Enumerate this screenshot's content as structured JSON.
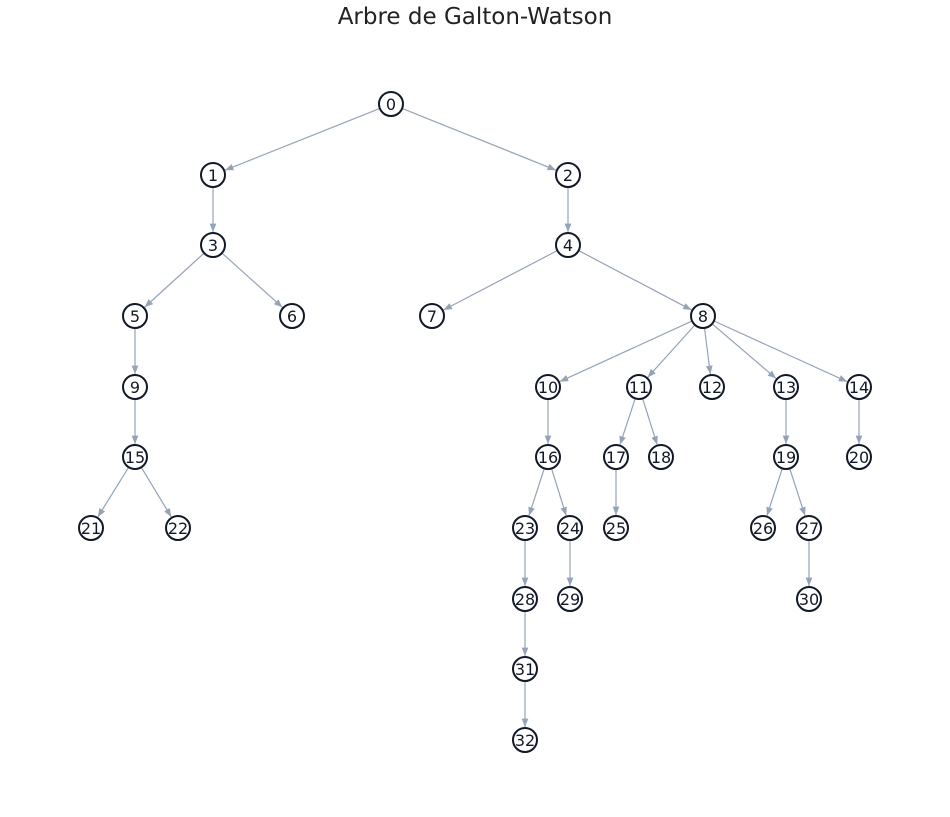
{
  "title": "Arbre de Galton-Watson",
  "colors": {
    "edge": "#94a3b8",
    "node_stroke": "#111827",
    "node_fill": "#ffffff",
    "text": "#111827"
  },
  "nodes": [
    "0",
    "1",
    "2",
    "3",
    "4",
    "5",
    "6",
    "7",
    "8",
    "9",
    "10",
    "11",
    "12",
    "13",
    "14",
    "15",
    "16",
    "17",
    "18",
    "19",
    "20",
    "21",
    "22",
    "23",
    "24",
    "25",
    "26",
    "27",
    "28",
    "29",
    "30",
    "31",
    "32"
  ],
  "edges": [
    [
      "0",
      "1"
    ],
    [
      "0",
      "2"
    ],
    [
      "1",
      "3"
    ],
    [
      "2",
      "4"
    ],
    [
      "3",
      "5"
    ],
    [
      "3",
      "6"
    ],
    [
      "4",
      "7"
    ],
    [
      "4",
      "8"
    ],
    [
      "5",
      "9"
    ],
    [
      "8",
      "10"
    ],
    [
      "8",
      "11"
    ],
    [
      "8",
      "12"
    ],
    [
      "8",
      "13"
    ],
    [
      "8",
      "14"
    ],
    [
      "9",
      "15"
    ],
    [
      "10",
      "16"
    ],
    [
      "11",
      "17"
    ],
    [
      "11",
      "18"
    ],
    [
      "13",
      "19"
    ],
    [
      "14",
      "20"
    ],
    [
      "15",
      "21"
    ],
    [
      "15",
      "22"
    ],
    [
      "16",
      "23"
    ],
    [
      "16",
      "24"
    ],
    [
      "17",
      "25"
    ],
    [
      "19",
      "26"
    ],
    [
      "19",
      "27"
    ],
    [
      "23",
      "28"
    ],
    [
      "24",
      "29"
    ],
    [
      "27",
      "30"
    ],
    [
      "28",
      "31"
    ],
    [
      "31",
      "32"
    ]
  ]
}
